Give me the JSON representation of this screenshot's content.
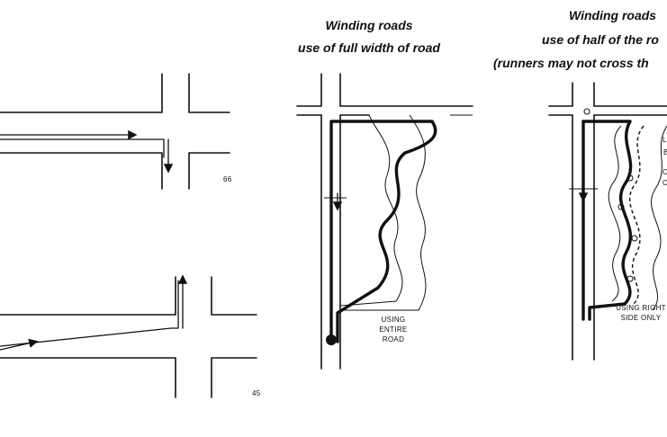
{
  "panels": {
    "middle": {
      "caption_line1": "Winding roads",
      "caption_line2": "use of full width of road",
      "label": [
        "USING",
        "ENTIRE",
        "ROAD"
      ]
    },
    "right": {
      "caption_line1": "Winding roads",
      "caption_line2": "use of half of the ro",
      "caption_line3": "(runners may not cross th",
      "label": [
        "USING RIGHT",
        "SIDE ONLY"
      ],
      "partial_marks": [
        "L",
        "B",
        "C",
        "C"
      ]
    },
    "left": {
      "figure_mark_top": "66",
      "figure_mark_bottom": "45"
    }
  }
}
